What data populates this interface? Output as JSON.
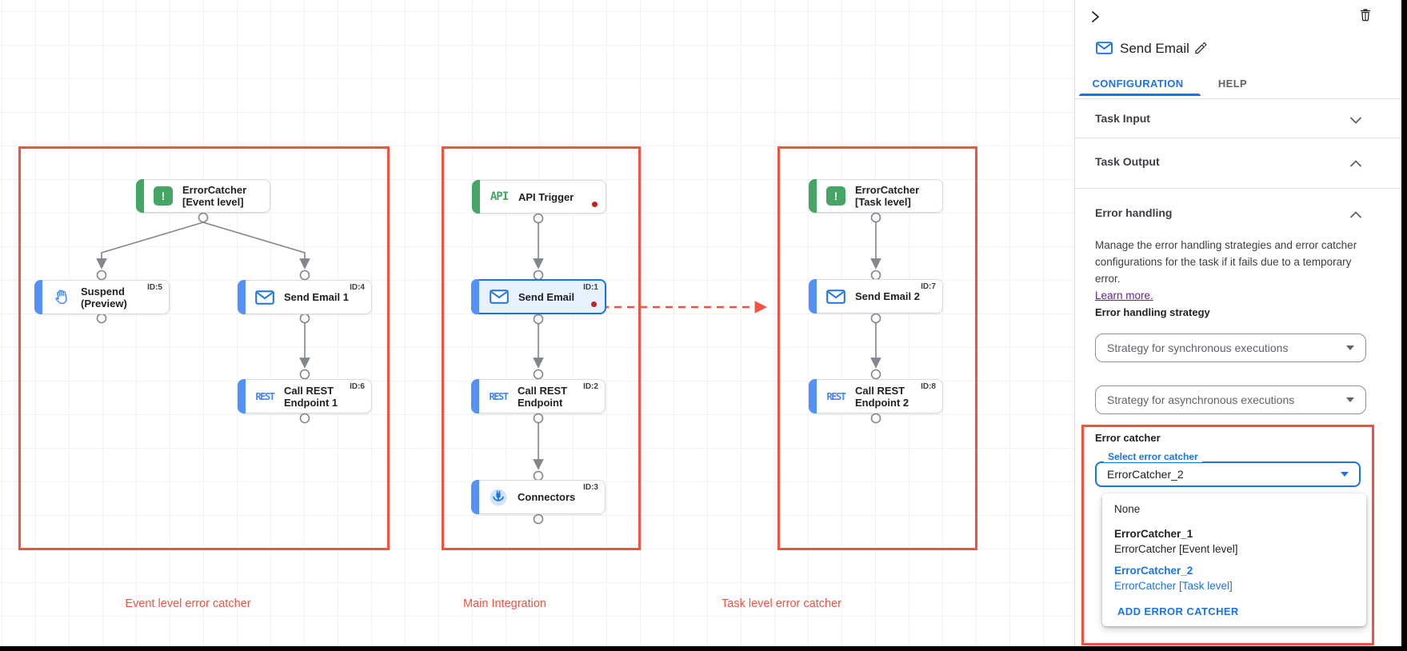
{
  "colors": {
    "accent_blue": "#1a73e8",
    "node_bar_blue": "#5491f5",
    "node_bar_green": "#45a564",
    "annotation_red": "#f4513f",
    "alert_dot_red": "#c5221f",
    "selected_node_bg": "#e8f0fe"
  },
  "canvas": {
    "region_labels": [
      "Event level error catcher",
      "Main Integration",
      "Task level error catcher"
    ],
    "nodes": [
      {
        "line1": "ErrorCatcher",
        "line2": "[Event level]",
        "id_badge": "",
        "icon_text": ""
      },
      {
        "line1": "Suspend",
        "line2": "(Preview)",
        "id_badge": "ID:5",
        "icon_text": ""
      },
      {
        "line1": "Send Email 1",
        "line2": "",
        "id_badge": "ID:4",
        "icon_text": ""
      },
      {
        "line1": "Call REST",
        "line2": "Endpoint 1",
        "id_badge": "ID:6",
        "icon_text": "REST"
      },
      {
        "line1": "API Trigger",
        "line2": "",
        "id_badge": "",
        "icon_text": "API"
      },
      {
        "line1": "Send Email",
        "line2": "",
        "id_badge": "ID:1",
        "icon_text": ""
      },
      {
        "line1": "Call REST",
        "line2": "Endpoint",
        "id_badge": "ID:2",
        "icon_text": "REST"
      },
      {
        "line1": "Connectors",
        "line2": "",
        "id_badge": "ID:3",
        "icon_text": ""
      },
      {
        "line1": "ErrorCatcher",
        "line2": "[Task level]",
        "id_badge": "",
        "icon_text": ""
      },
      {
        "line1": "Send Email 2",
        "line2": "",
        "id_badge": "ID:7",
        "icon_text": ""
      },
      {
        "line1": "Call REST",
        "line2": "Endpoint 2",
        "id_badge": "ID:8",
        "icon_text": "REST"
      }
    ],
    "error_badge_glyph": "!"
  },
  "panel": {
    "title": "Send Email",
    "tabs": {
      "configuration": "CONFIGURATION",
      "help": "HELP"
    },
    "sections": {
      "task_input": "Task Input",
      "task_output": "Task Output",
      "error_handling": "Error handling"
    },
    "error_handling": {
      "description": "Manage the error handling strategies and error catcher configurations for the task if it fails due to a temporary error.",
      "learn_more": "Learn more.",
      "strategy_label": "Error handling strategy",
      "sync_placeholder": "Strategy for synchronous executions",
      "async_placeholder": "Strategy for asynchronous executions",
      "error_catcher_label": "Error catcher",
      "select_label": "Select error catcher",
      "selected_value": "ErrorCatcher_2",
      "menu": {
        "none": "None",
        "option1": {
          "name": "ErrorCatcher_1",
          "sub": "ErrorCatcher [Event level]"
        },
        "option2": {
          "name": "ErrorCatcher_2",
          "sub": "ErrorCatcher [Task level]"
        },
        "add": "ADD ERROR CATCHER"
      }
    }
  }
}
